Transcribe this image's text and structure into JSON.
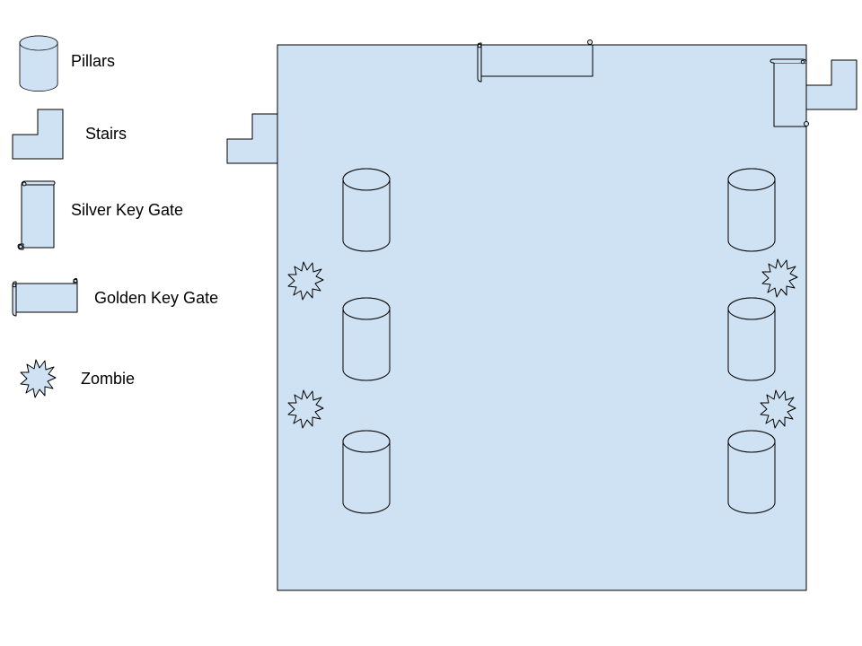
{
  "legend": {
    "pillars": {
      "label": "Pillars",
      "icon": "pillar-icon"
    },
    "stairs": {
      "label": "Stairs",
      "icon": "stairs-icon"
    },
    "silver_gate": {
      "label": "Silver Key Gate",
      "icon": "silver-key-gate-icon"
    },
    "golden_gate": {
      "label": "Golden Key Gate",
      "icon": "golden-key-gate-icon"
    },
    "zombie": {
      "label": "Zombie",
      "icon": "zombie-icon"
    }
  },
  "colors": {
    "fill": "#cfe2f3",
    "stroke": "#000000"
  }
}
